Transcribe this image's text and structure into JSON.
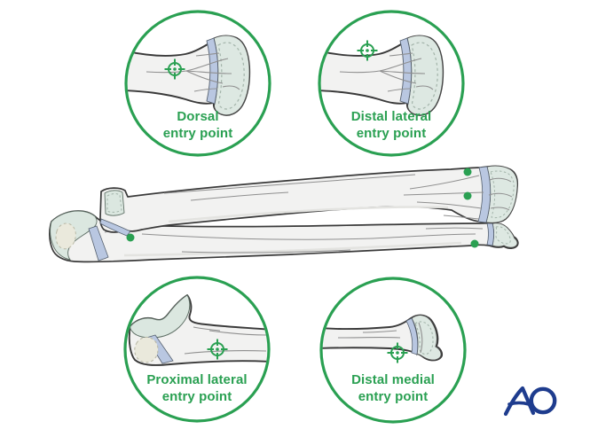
{
  "colors": {
    "background": "#ffffff",
    "accent_green": "#2aa052",
    "logo_blue": "#1e3c8e",
    "bone_fill": "#f2f2f1",
    "cartilage_fill": "#dbe7e1",
    "physis_band": "#b9c7e1"
  },
  "insets": [
    {
      "name": "dorsal-entry-point",
      "label_line1": "Dorsal",
      "label_line2": "entry point"
    },
    {
      "name": "distal-lateral-entry-point",
      "label_line1": "Distal lateral",
      "label_line2": "entry point"
    },
    {
      "name": "proximal-lateral-entry-point",
      "label_line1": "Proximal lateral",
      "label_line2": "entry point"
    },
    {
      "name": "distal-medial-entry-point",
      "label_line1": "Distal medial",
      "label_line2": "entry point"
    }
  ],
  "logo": {
    "text": "AO"
  },
  "icons": {
    "crosshair": "target-crosshair-icon",
    "marker": "entry-point-dot"
  }
}
